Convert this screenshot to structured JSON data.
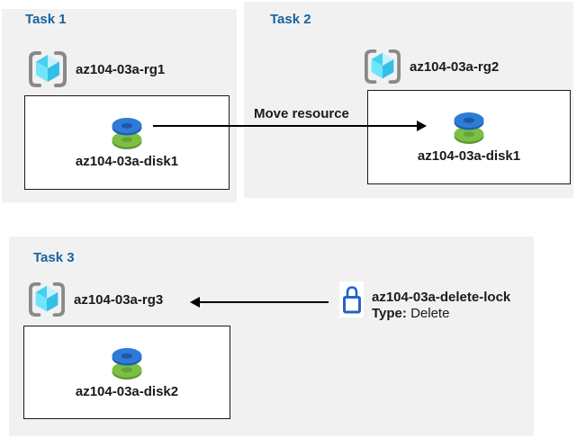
{
  "tasks": [
    {
      "title": "Task 1",
      "resource_group": "az104-03a-rg1",
      "resource": "az104-03a-disk1"
    },
    {
      "title": "Task 2",
      "resource_group": "az104-03a-rg2",
      "resource": "az104-03a-disk1"
    },
    {
      "title": "Task 3",
      "resource_group": "az104-03a-rg3",
      "resource": "az104-03a-disk2"
    }
  ],
  "move_arrow": {
    "label": "Move resource"
  },
  "lock": {
    "name": "az104-03a-delete-lock",
    "type_label": "Type:",
    "type_value": "Delete"
  },
  "colors": {
    "panel_bg": "#f1f1f1",
    "heading_blue": "#17639e",
    "arrow_black": "#000000",
    "lock_blue": "#2463cc",
    "disk_blue": "#2f7cd6",
    "disk_green": "#7dbf45",
    "cube_cyan": "#45cff0",
    "bracket_gray": "#898989"
  }
}
